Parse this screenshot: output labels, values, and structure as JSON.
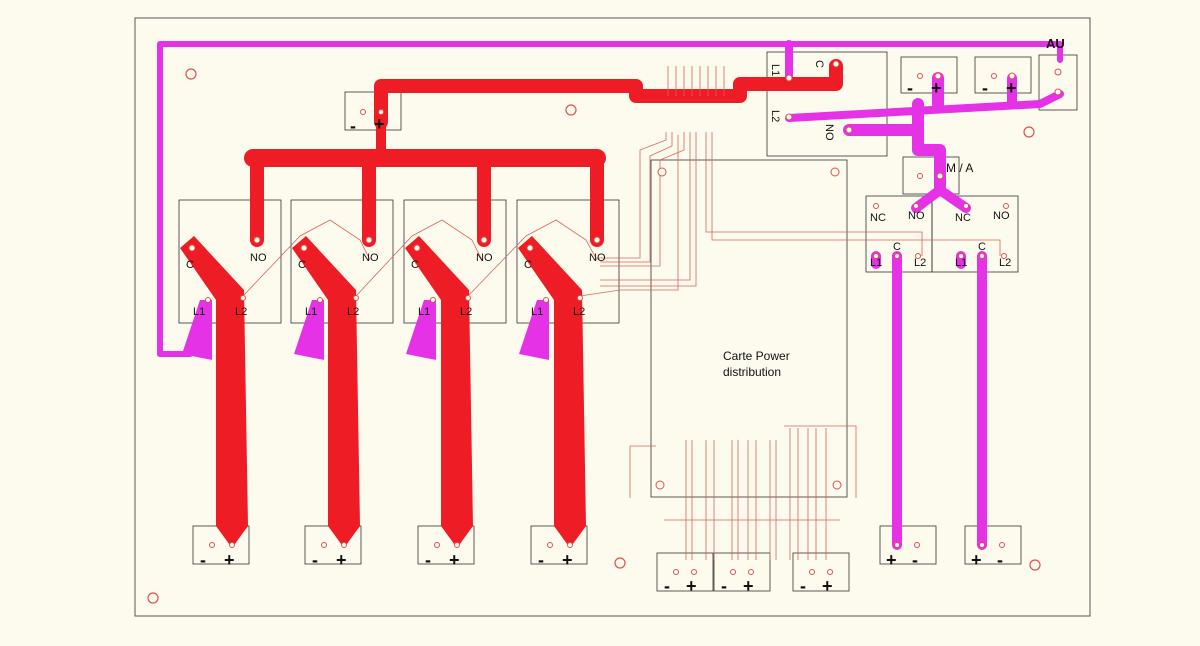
{
  "colors": {
    "background": "#fdfbee",
    "board_outline": "#555555",
    "top_copper": "#ee1c24",
    "bottom_copper": "#e632e6",
    "fine_trace": "#d9655a",
    "silkscreen": "#222222"
  },
  "labels": {
    "au": "AU",
    "ma": "M / A",
    "carte_line1": "Carte Power",
    "carte_line2": "distribution",
    "relay_c": "C",
    "relay_no": "NO",
    "relay_l1": "L1",
    "relay_l2": "L2",
    "minus": "-",
    "plus": "+",
    "nc": "NC",
    "no": "NO",
    "c": "C",
    "l1": "L1",
    "l2": "L2"
  },
  "relays": [
    {
      "c": "C",
      "no": "NO",
      "l1": "L1",
      "l2": "L2"
    },
    {
      "c": "C",
      "no": "NO",
      "l1": "L1",
      "l2": "L2"
    },
    {
      "c": "C",
      "no": "NO",
      "l1": "L1",
      "l2": "L2"
    },
    {
      "c": "C",
      "no": "NO",
      "l1": "L1",
      "l2": "L2"
    }
  ]
}
